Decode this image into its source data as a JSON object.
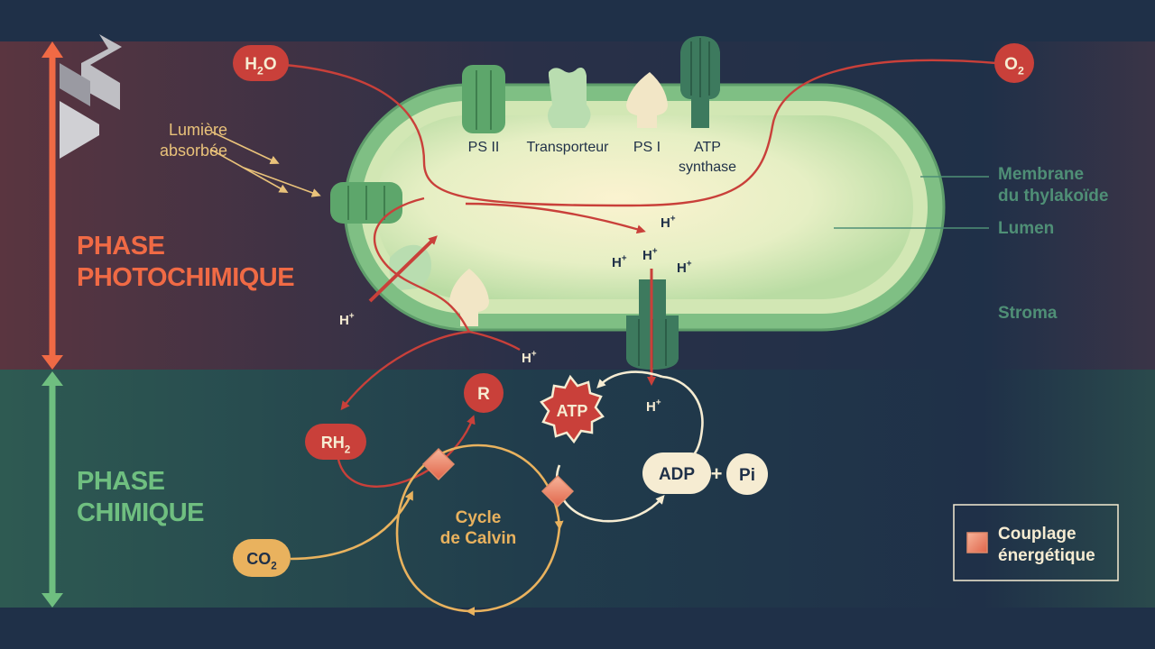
{
  "colors": {
    "background": "#1f3048",
    "photo_band": "#5a3540",
    "chem_band": "#2e5a52",
    "photo_accent": "#f06a45",
    "chem_accent": "#6fbf80",
    "red_path": "#c9403a",
    "calvin": "#e9b25e",
    "cream": "#f6ecd2",
    "membrane": "#7fbf84",
    "label_green": "#4f8f76"
  },
  "phases": {
    "photochemical": [
      "PHASE",
      "PHOTOCHIMIQUE"
    ],
    "chemical": [
      "PHASE",
      "CHIMIQUE"
    ]
  },
  "light": [
    "Lumière",
    "absorbée"
  ],
  "complexes": {
    "ps2": "PS II",
    "transporter": "Transporteur",
    "ps1": "PS I",
    "atp_synthase": [
      "ATP",
      "synthase"
    ]
  },
  "regions": {
    "membrane": [
      "Membrane",
      "du thylakoïde"
    ],
    "lumen": "Lumen",
    "stroma": "Stroma"
  },
  "molecules": {
    "h2o": "H2O",
    "o2": "O2",
    "h_plus": "H+",
    "r": "R",
    "rh2": "RH2",
    "atp": "ATP",
    "adp": "ADP",
    "plus": "+",
    "pi": "Pi",
    "co2": "CO2"
  },
  "calvin": [
    "Cycle",
    "de Calvin"
  ],
  "legend": [
    "Couplage",
    "énergétique"
  ],
  "icons": {
    "logo": "s-logo-icon",
    "coupling": "coupling-square-icon"
  }
}
